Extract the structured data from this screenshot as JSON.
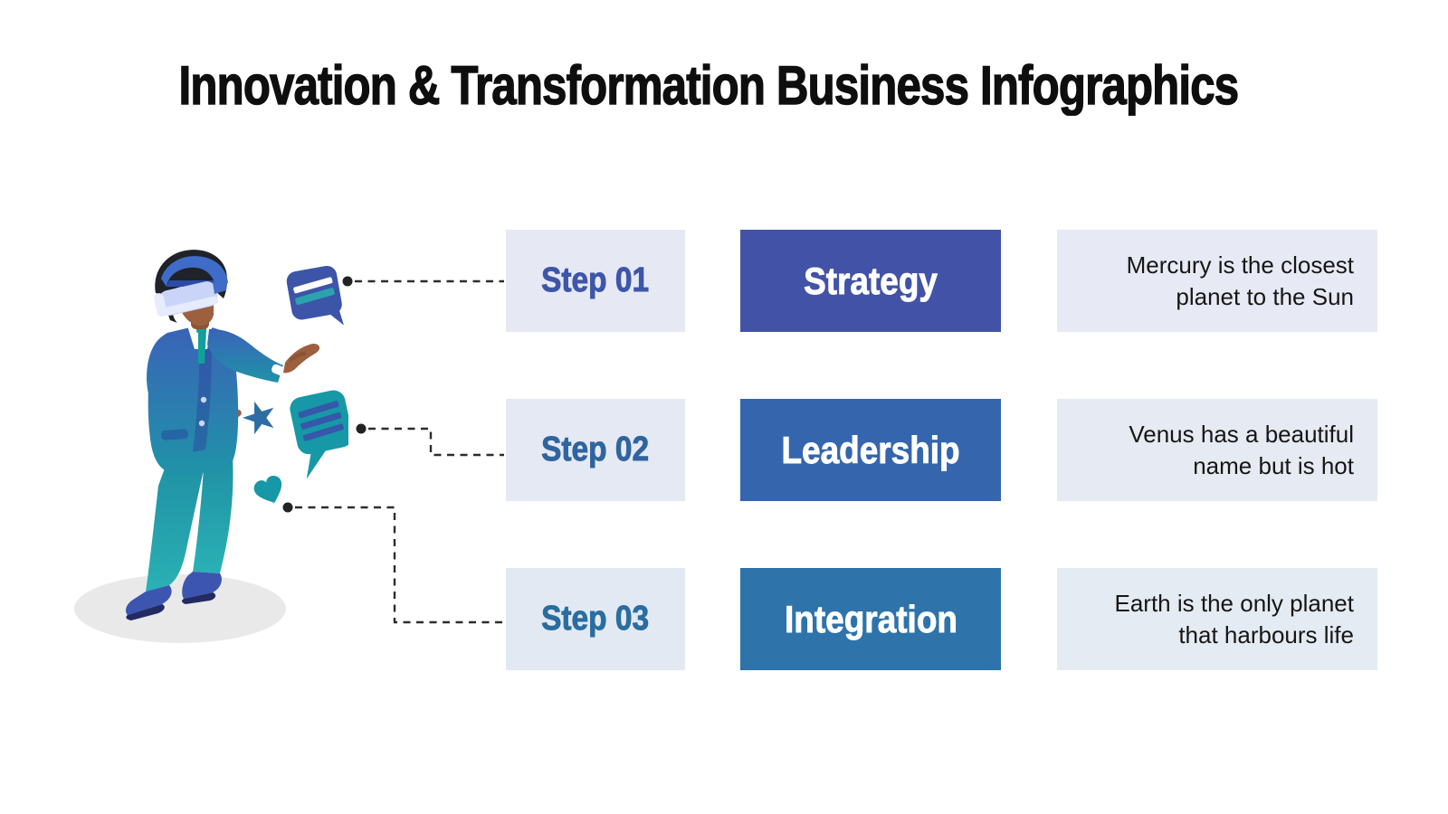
{
  "slide": {
    "title": "Innovation & Transformation Business Infographics",
    "background_color": "#ffffff",
    "title_color": "#0e0e0e"
  },
  "rows": [
    {
      "step_label": "Step 01",
      "title": "Strategy",
      "description": "Mercury is the closest planet to the Sun",
      "accent_color": "#4253a7",
      "step_text_color": "#3d56a8",
      "step_bg": "#e6e8f4",
      "desc_bg": "#e7eaf4"
    },
    {
      "step_label": "Step 02",
      "title": "Leadership",
      "description": "Venus has a beautiful name but is hot",
      "accent_color": "#3565ad",
      "step_text_color": "#30649f",
      "step_bg": "#e4e9f3",
      "desc_bg": "#e5eaf3"
    },
    {
      "step_label": "Step 03",
      "title": "Integration",
      "description": "Earth is the only planet that harbours life",
      "accent_color": "#2e73aa",
      "step_text_color": "#2b6d9e",
      "step_bg": "#e2e9f2",
      "desc_bg": "#e4ebf3"
    }
  ],
  "connectors": {
    "style": "dashed",
    "line_color": "#2d2d2d",
    "dot_color": "#222222"
  },
  "illustration": {
    "name": "businessman-wearing-vr-headset",
    "elements": [
      "vr-headset",
      "speech-bubble-blue",
      "speech-bubble-teal",
      "star",
      "heart",
      "ground-shadow"
    ],
    "colors": {
      "indigo": "#3c55a8",
      "teal": "#1798a6",
      "steel_blue": "#2e6da4",
      "skin": "#9d5f3e",
      "shadow": "#e9e9e9"
    }
  }
}
